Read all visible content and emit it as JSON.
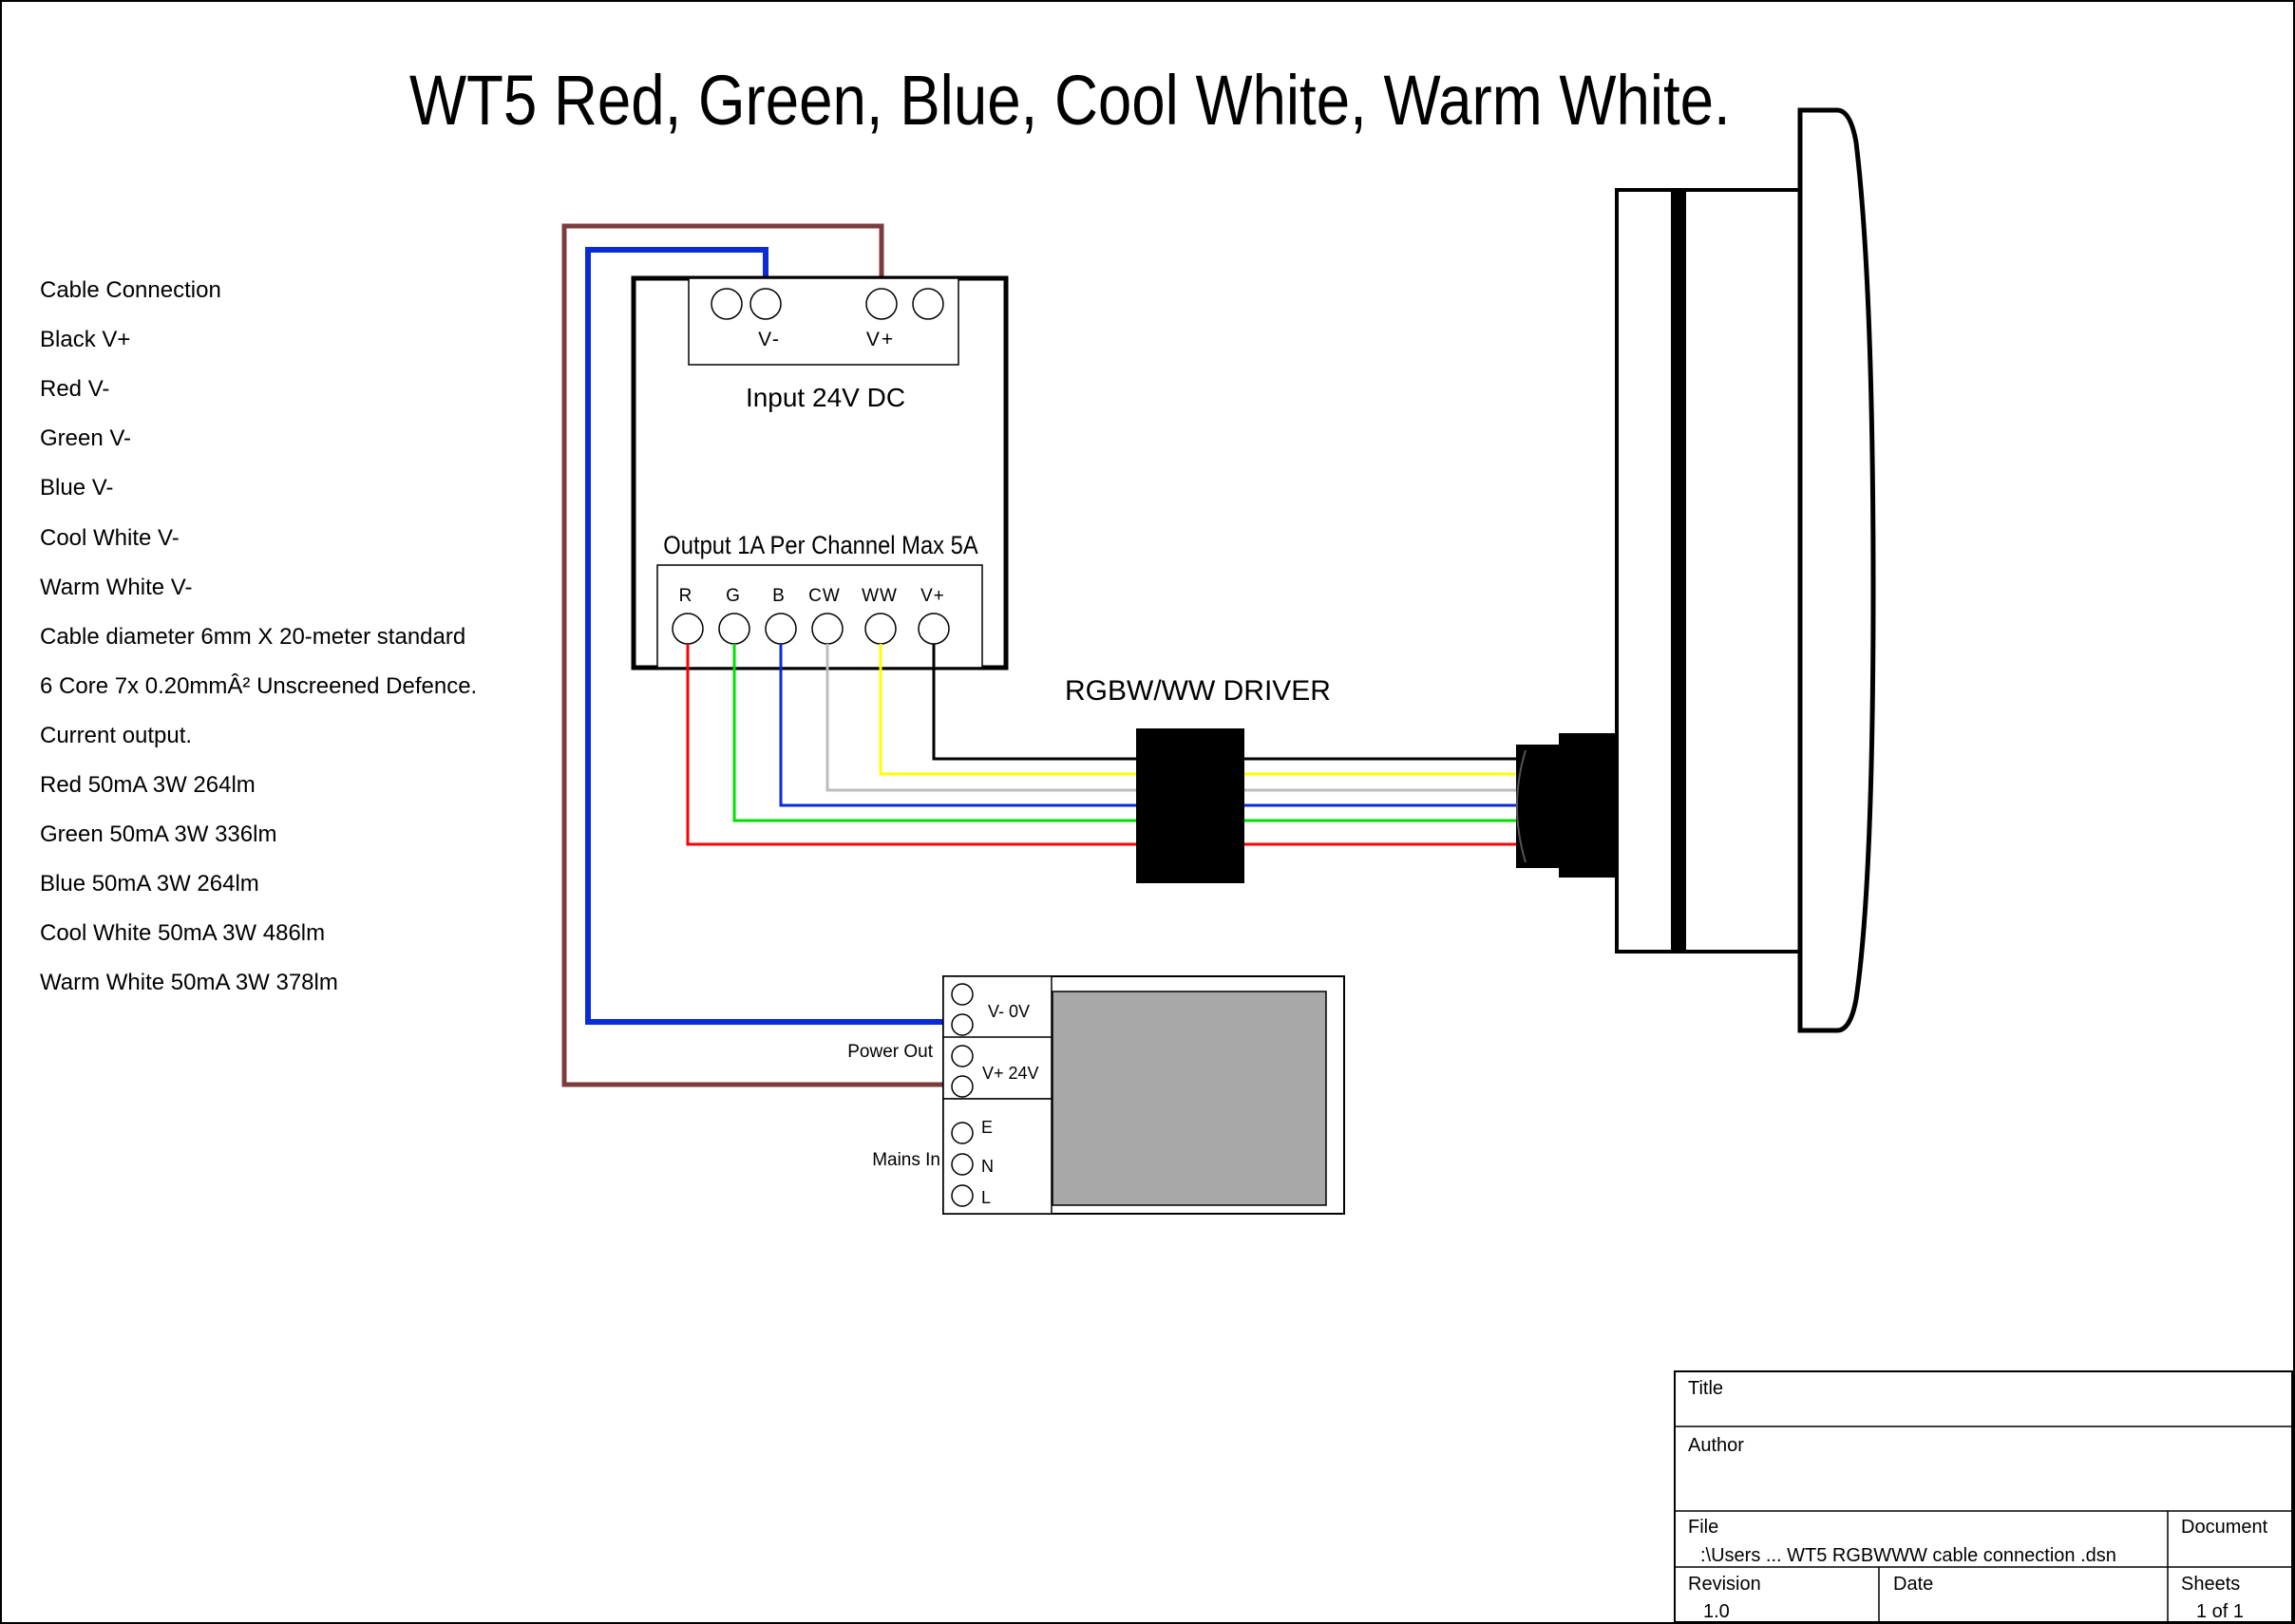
{
  "title": "WT5  Red, Green, Blue, Cool White, Warm White.",
  "notes": [
    "Cable Connection",
    "Black V+",
    "Red V-",
    "Green V-",
    "Blue V-",
    "Cool White V-",
    "Warm White V-",
    "Cable diameter 6mm X 20-meter standard",
    "6 Core 7x 0.20mmÂ² Unscreened Defence.",
    "Current output.",
    "Red 50mA  3W 264lm",
    "Green 50mA 3W 336lm",
    "Blue 50mA 3W 264lm",
    "Cool White 50mA 3W 486lm",
    "Warm White 50mA 3W 378lm"
  ],
  "driver": {
    "input_label": "Input 24V DC",
    "input_terminals": [
      "V-",
      "V+"
    ],
    "output_label": "Output 1A Per Channel Max 5A",
    "output_terminals": [
      "R",
      "G",
      "B",
      "CW",
      "WW",
      "V+"
    ],
    "caption": "RGBW/WW DRIVER"
  },
  "psu": {
    "terminals": [
      "V- 0V",
      "V+ 24V",
      "E",
      "N",
      "L"
    ],
    "power_out_label": "Power Out",
    "mains_in_label": "Mains In"
  },
  "wire_colors": {
    "red": "#ff0000",
    "green": "#00e000",
    "blue": "#0a2bd6",
    "cool_white": "#bdbdbd",
    "warm_white": "#ffff00",
    "black": "#000000",
    "supply_negative": "#0a2bd6",
    "supply_positive": "#7b3c3c"
  },
  "title_block": {
    "title_label": "Title",
    "author_label": "Author",
    "file_label": "File",
    "file_value": ":\\Users ... WT5 RGBWWW cable connection .dsn",
    "document_label": "Document",
    "revision_label": "Revision",
    "revision_value": "1.0",
    "date_label": "Date",
    "sheets_label": "Sheets",
    "sheets_value": "1 of 1"
  }
}
